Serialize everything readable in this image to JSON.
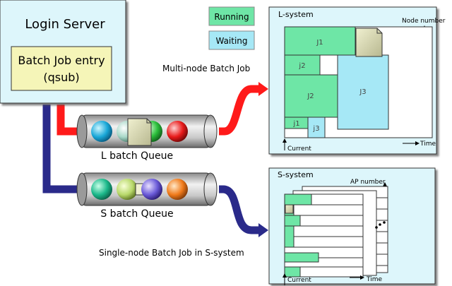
{
  "login_server": {
    "title": "Login Server",
    "batch_entry_line1": "Batch Job entry",
    "batch_entry_line2": "(qsub)"
  },
  "legend": {
    "running": "Running",
    "waiting": "Waiting"
  },
  "colors": {
    "running": "#6ee6a6",
    "waiting": "#a6e8f6",
    "panel_bg": "#ddf6fb",
    "entry_bg": "#f5f5b8",
    "red_pipe": "#ff1a1a",
    "blue_pipe": "#2a2a8a"
  },
  "labels": {
    "multi_node": "Multi-node Batch Job",
    "single_node": "Single-node Batch Job in S-system",
    "l_queue": "L batch Queue",
    "s_queue": "S batch Queue"
  },
  "l_system": {
    "title": "L-system",
    "node_number": "Node number",
    "time": "Time",
    "current": "Current",
    "jobs": {
      "j1a": "J1",
      "j2a": "j2",
      "j2b": "J2",
      "j3": "J3",
      "j1b": "j1",
      "j3b": "j3"
    }
  },
  "s_system": {
    "title": "S-system",
    "ap_number": "AP number",
    "time": "Time",
    "current": "Current"
  },
  "icons": [
    "document-icon",
    "queue-ball-icon",
    "arrow-icon"
  ]
}
